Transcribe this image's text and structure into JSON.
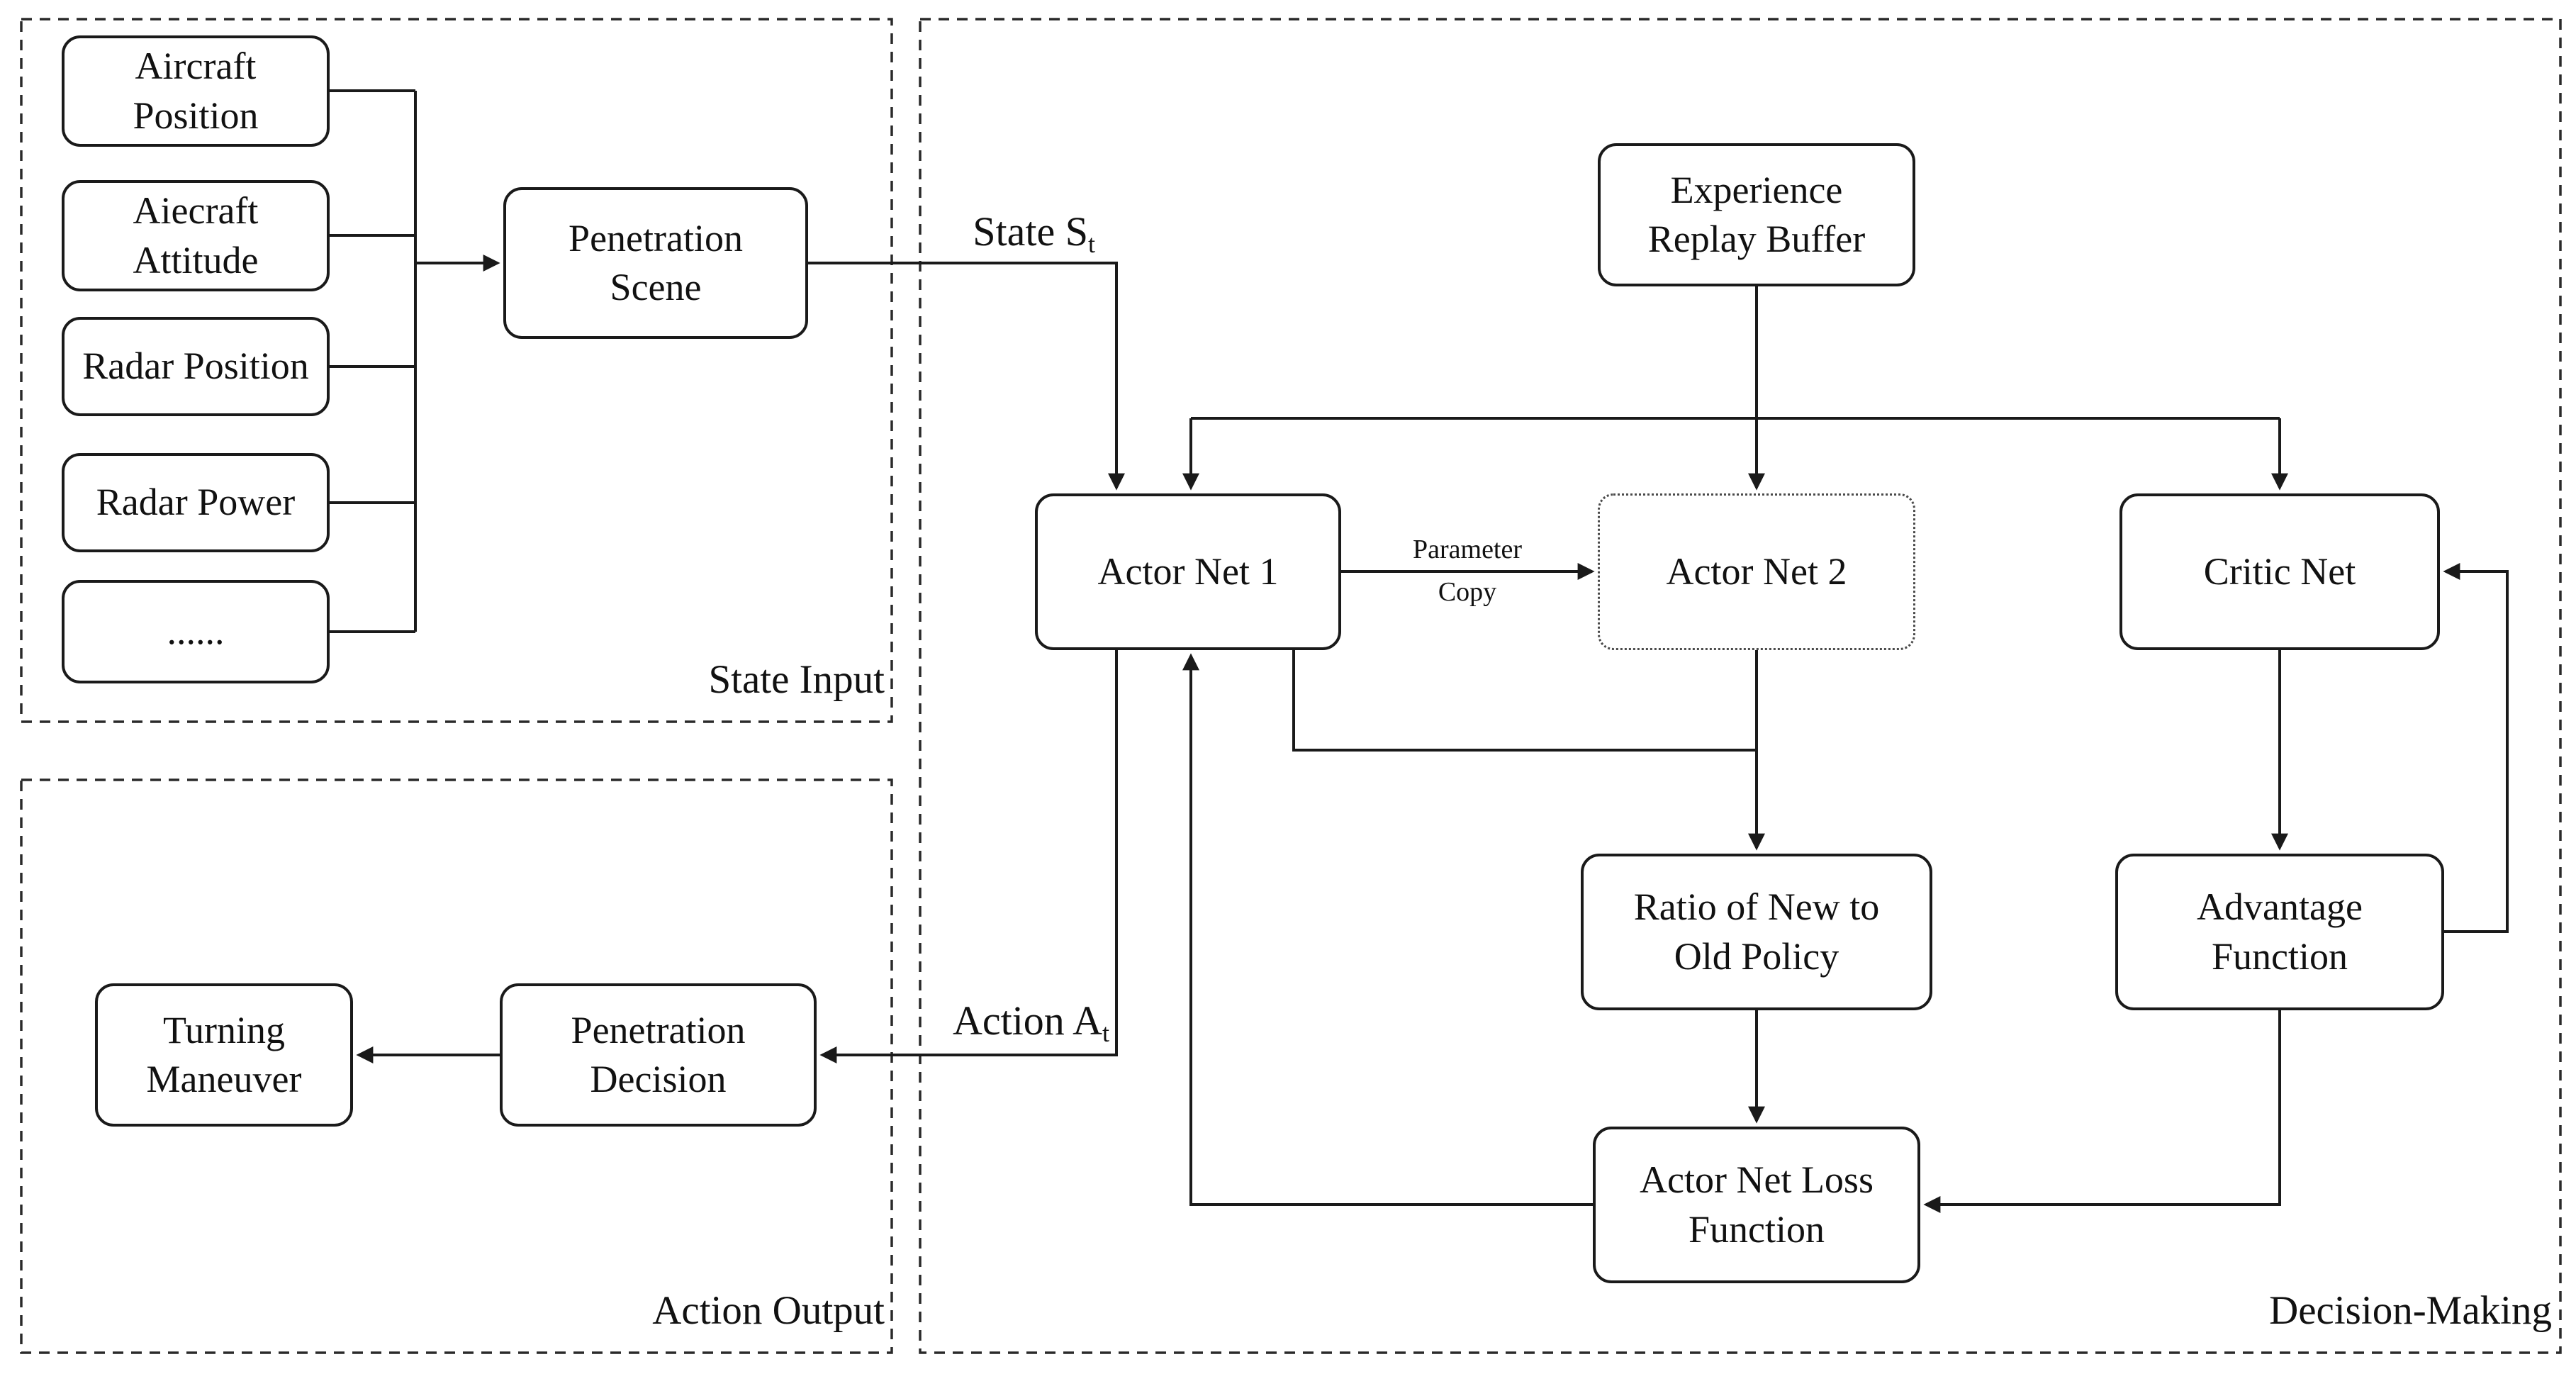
{
  "diagram": {
    "sections": {
      "state_input": {
        "label": "State Input"
      },
      "action_output": {
        "label": "Action Output"
      },
      "decision_making": {
        "label": "Decision-Making"
      }
    },
    "nodes": {
      "aircraft_position": {
        "label": "Aircraft\nPosition"
      },
      "aircraft_attitude": {
        "label": "Aiecraft\nAttitude"
      },
      "radar_position": {
        "label": "Radar Position"
      },
      "radar_power": {
        "label": "Radar Power"
      },
      "ellipsis": {
        "label": "......"
      },
      "penetration_scene": {
        "label": "Penetration\nScene"
      },
      "experience_replay_buffer": {
        "label": "Experience\nReplay Buffer"
      },
      "actor_net_1": {
        "label": "Actor Net 1"
      },
      "actor_net_2": {
        "label": "Actor Net 2"
      },
      "critic_net": {
        "label": "Critic Net"
      },
      "ratio_policy": {
        "label": "Ratio of New to\nOld Policy"
      },
      "advantage_function": {
        "label": "Advantage\nFunction"
      },
      "actor_net_loss": {
        "label": "Actor Net Loss\nFunction"
      },
      "turning_maneuver": {
        "label": "Turning\nManeuver"
      },
      "penetration_decision": {
        "label": "Penetration\nDecision"
      }
    },
    "edge_labels": {
      "state": {
        "text": "State S",
        "sub": "t"
      },
      "action": {
        "text": "Action A",
        "sub": "t"
      },
      "parameter_copy": {
        "text": "Parameter\nCopy"
      }
    },
    "colors": {
      "line": "#1a1a1a",
      "box_border": "#1a1a1a",
      "background": "#ffffff",
      "text": "#111111"
    }
  }
}
